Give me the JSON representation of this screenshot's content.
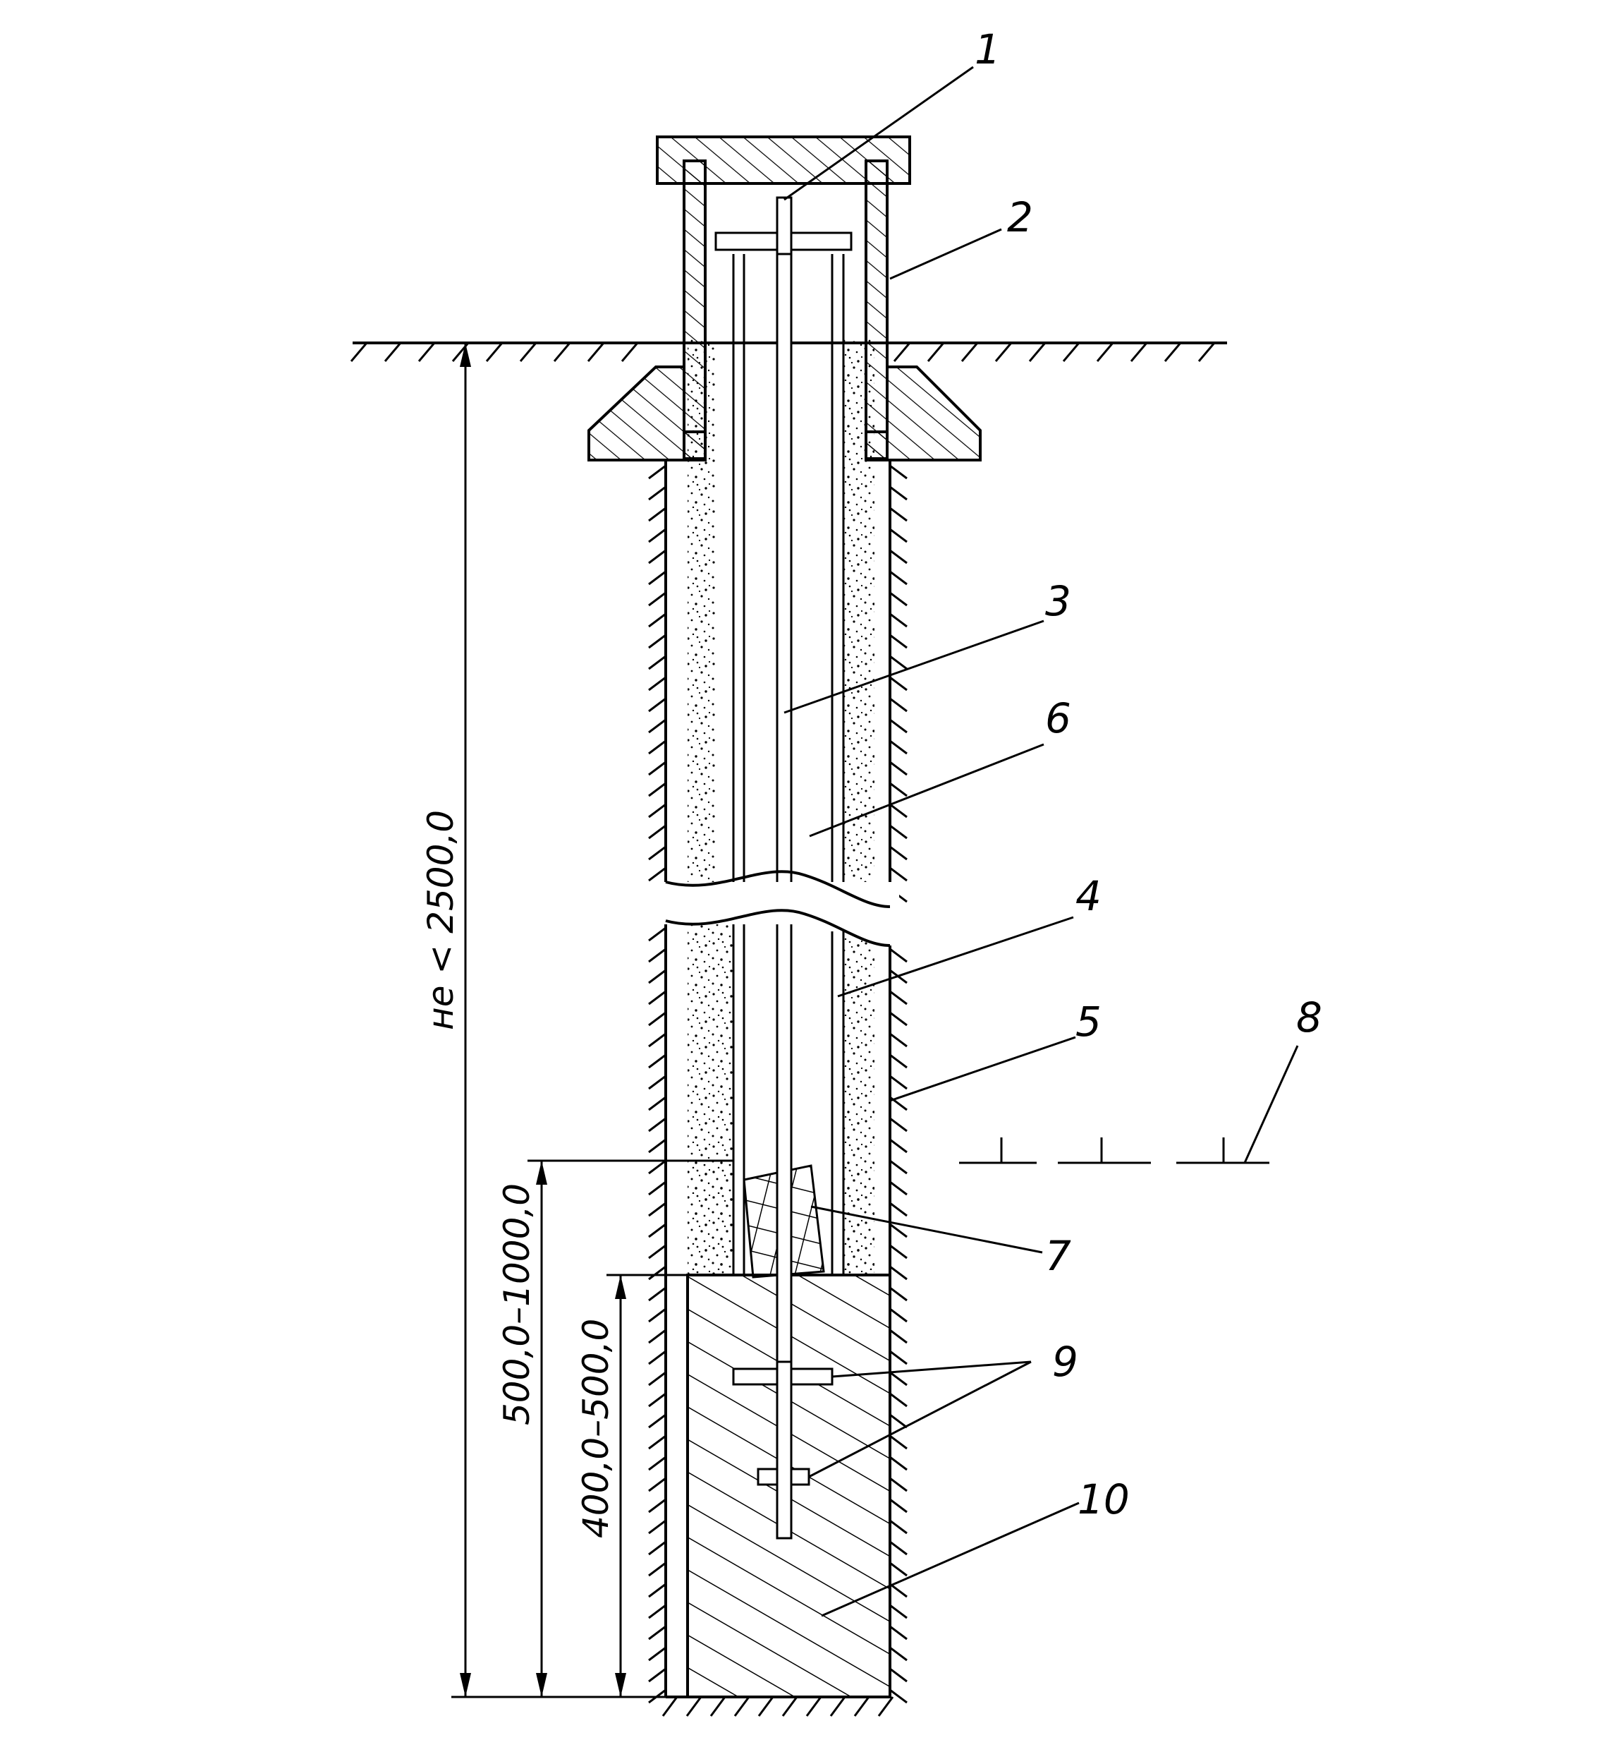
{
  "callouts": [
    "1",
    "2",
    "3",
    "6",
    "4",
    "5",
    "8",
    "7",
    "9",
    "10"
  ],
  "dimensions": {
    "total_depth": "не < 2500,0",
    "lower_zone": "500,0–1000,0",
    "anchor_zone": "400,0–500,0"
  },
  "colors": {
    "ink": "#000000",
    "paper": "#ffffff"
  }
}
